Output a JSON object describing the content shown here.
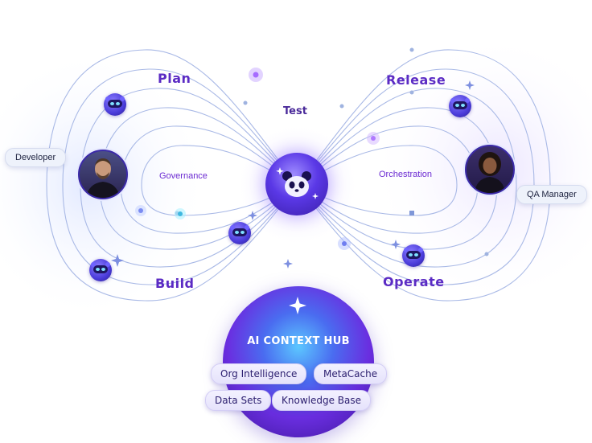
{
  "stages": {
    "plan": "Plan",
    "release": "Release",
    "build": "Build",
    "operate": "Operate",
    "test": "Test"
  },
  "loops": {
    "left": "Governance",
    "right": "Orchestration"
  },
  "roles": {
    "developer": "Developer",
    "qa_manager": "QA Manager"
  },
  "hub": {
    "title": "AI CONTEXT HUB",
    "chips": [
      "Org Intelligence",
      "MetaCache",
      "Data Sets",
      "Knowledge Base"
    ]
  },
  "icons": {
    "center": "panda-icon",
    "agents": "robot-agent-icon",
    "sparkle": "sparkle-icon"
  },
  "colors": {
    "accent": "#5b2bc4",
    "loop_stroke": "#9fb3e0",
    "hub_glow": "#5cc7ff"
  }
}
